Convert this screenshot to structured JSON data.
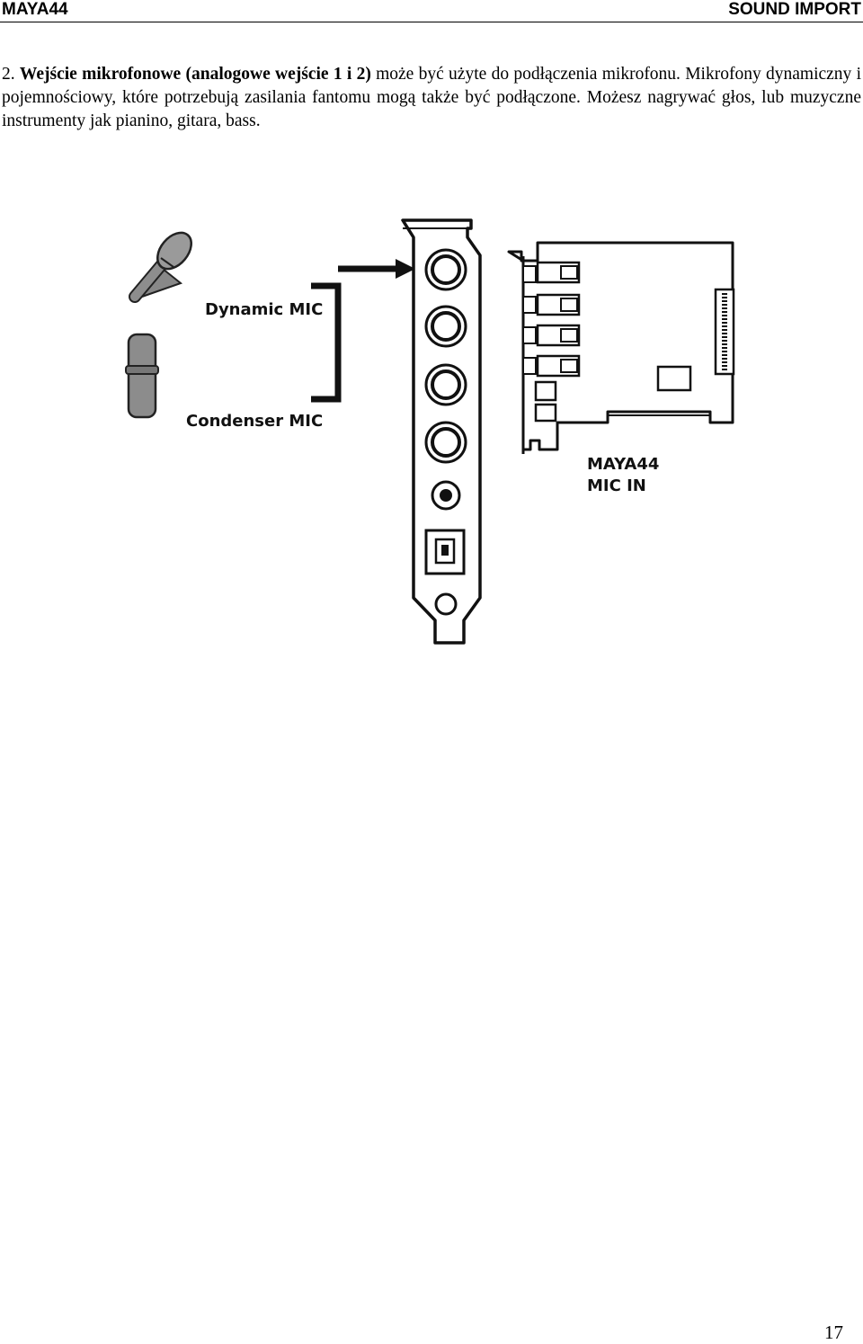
{
  "header": {
    "left": "MAYA44",
    "right": "SOUND IMPORT"
  },
  "paragraph": {
    "number": "2.",
    "bold_lead": "Wejście mikrofonowe (analogowe wejście 1 i 2)",
    "text": "może być użyte do podłączenia mikrofonu. Mikrofony dynamiczny i pojemnościowy, które potrzebują zasilania fantomu mogą także być podłączone. Możesz nagrywać głos, lub muzyczne instrumenty jak pianino, gitara, bass."
  },
  "figure": {
    "dynamic_mic_label": "Dynamic MIC",
    "condenser_mic_label": "Condenser MIC",
    "card_label_line1": "MAYA44",
    "card_label_line2": "MIC IN"
  },
  "footer": {
    "page_number": "17"
  }
}
